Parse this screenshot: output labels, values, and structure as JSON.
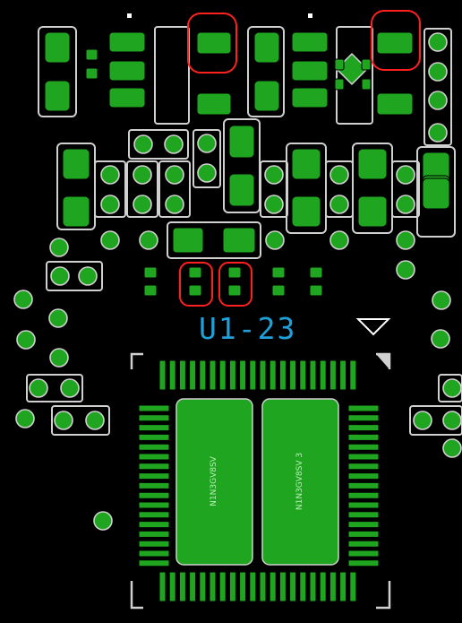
{
  "view": "pcb-layout-top-copper",
  "colors": {
    "background": "#000000",
    "pad_fill": "#1fa51f",
    "pad_outline": "#d0d0d0",
    "silkscreen_ref": "#1fa0d8",
    "highlight": "#ff2020",
    "die_text": "#b8f0b8"
  },
  "component": {
    "refdes": "U1-23",
    "die_labels": [
      "N1N3GV8SV",
      "N1N3GV8SV 3"
    ],
    "pin1_marker": "triangle-marker"
  },
  "highlighted_pads": [
    "top-left-capacitor",
    "top-right-capacitor",
    "mid-small-pad-pair-left",
    "mid-small-pad-pair-right"
  ]
}
